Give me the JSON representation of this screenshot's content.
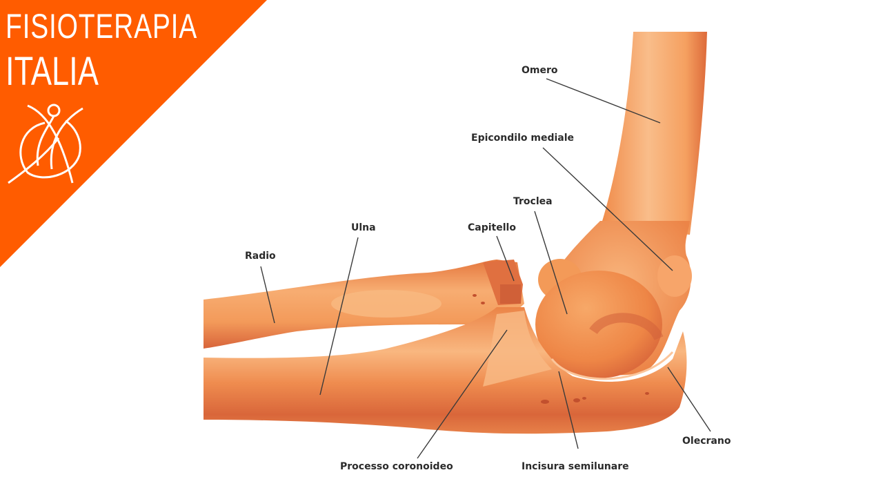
{
  "brand": {
    "line1": "FISIOTERAPIA",
    "line2": "ITALIA",
    "color": "#ff5c00",
    "logo_icon": "human-figure-circle-icon"
  },
  "diagram": {
    "subject": "Elbow joint anatomy",
    "bone_colors": {
      "base": "#f28a48",
      "light": "#f9b882",
      "shadow": "#d9663a"
    },
    "labels": [
      {
        "id": "omero",
        "text": "Omero"
      },
      {
        "id": "epicondilo",
        "text": "Epicondilo mediale"
      },
      {
        "id": "troclea",
        "text": "Troclea"
      },
      {
        "id": "capitello",
        "text": "Capitello"
      },
      {
        "id": "ulna",
        "text": "Ulna"
      },
      {
        "id": "radio",
        "text": "Radio"
      },
      {
        "id": "processo",
        "text": "Processo coronoideo"
      },
      {
        "id": "incisura",
        "text": "Incisura semilunare"
      },
      {
        "id": "olecrano",
        "text": "Olecrano"
      }
    ]
  }
}
